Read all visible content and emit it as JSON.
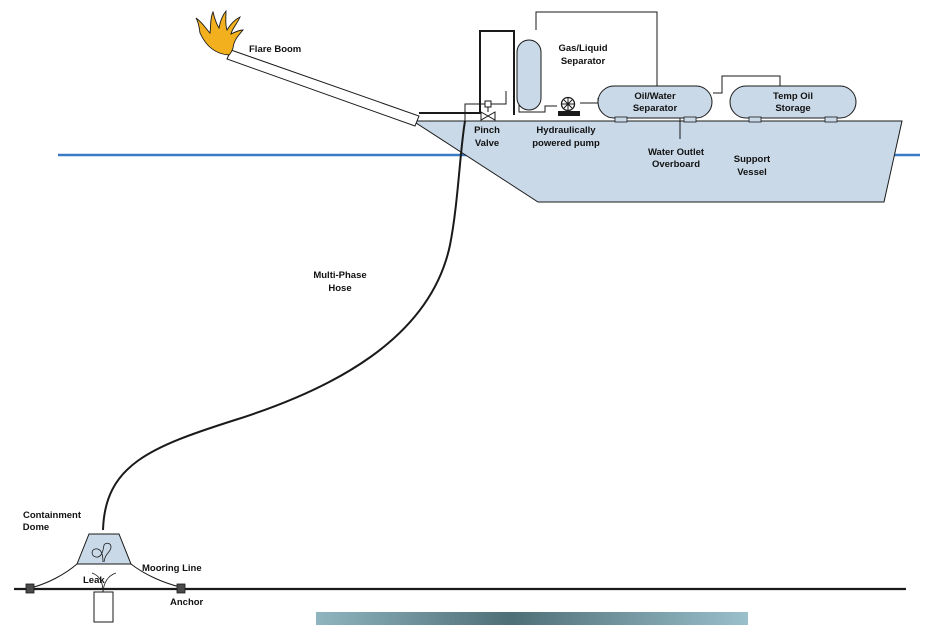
{
  "labels": {
    "flare_boom": "Flare Boom",
    "gas_liquid_separator_1": "Gas/Liquid",
    "gas_liquid_separator_2": "Separator",
    "oil_water_separator_1": "Oil/Water",
    "oil_water_separator_2": "Separator",
    "temp_oil_storage_1": "Temp Oil",
    "temp_oil_storage_2": "Storage",
    "pinch_valve_1": "Pinch",
    "pinch_valve_2": "Valve",
    "pump_1": "Hydraulically",
    "pump_2": "powered pump",
    "water_outlet_1": "Water Outlet",
    "water_outlet_2": "Overboard",
    "support_vessel_1": "Support",
    "support_vessel_2": "Vessel",
    "hose_1": "Multi-Phase",
    "hose_2": "Hose",
    "containment_dome_1": "Containment",
    "containment_dome_2": "Dome",
    "mooring_line": "Mooring Line",
    "leak": "Leak",
    "anchor": "Anchor"
  },
  "colors": {
    "water_line": "#3a7cc4",
    "equipment_fill": "#c9d9e8",
    "flame": "#f2b01e",
    "outline": "#1a1a1a",
    "bottom_bar_left": "#8fb5c0",
    "bottom_bar_mid": "#4f6f76",
    "bottom_bar_right": "#9ac0cc"
  },
  "icons": [
    "flame-icon",
    "pump-icon",
    "valve-icon",
    "leak-plume-icon"
  ]
}
